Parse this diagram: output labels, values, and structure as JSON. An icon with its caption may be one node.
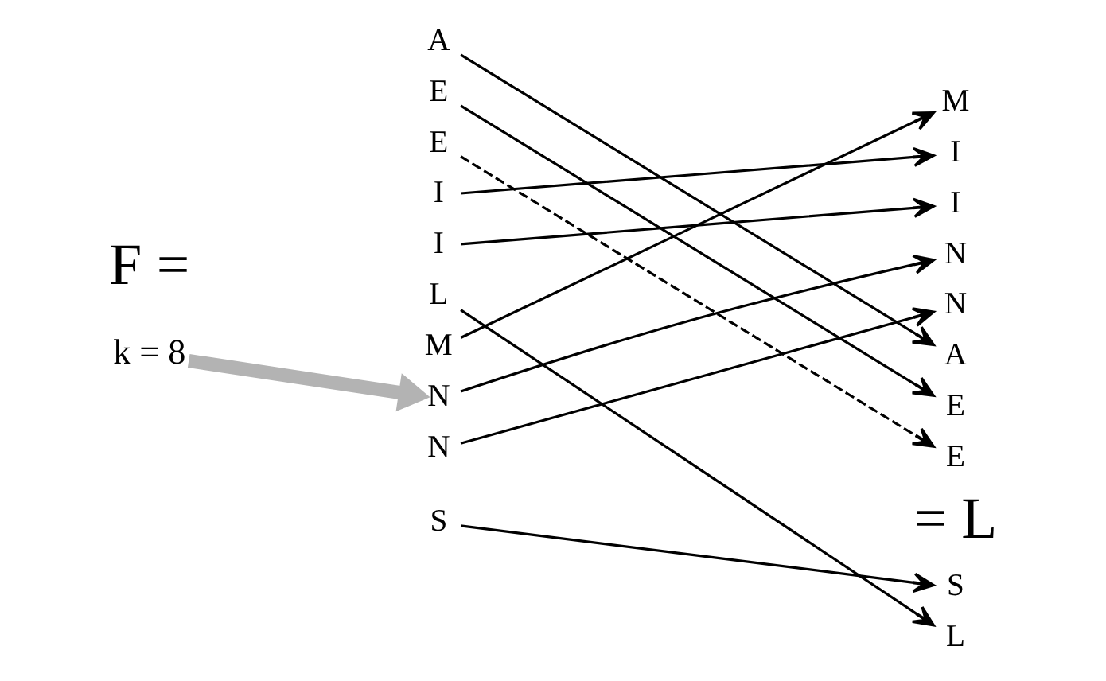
{
  "diagram": {
    "nodes": [
      {
        "text": [
          "A"
        ]
      },
      {
        "text": [
          "E"
        ]
      },
      {
        "text": [
          "E"
        ]
      },
      {
        "text": [
          "I"
        ]
      },
      {
        "text": [
          "I"
        ]
      },
      {
        "text": [
          "L"
        ]
      },
      {
        "text": [
          "M"
        ]
      },
      {
        "text": [
          "N"
        ]
      },
      {
        "text": [
          "N"
        ]
      },
      {
        "text": [
          "S"
        ]
      },
      {
        "text": [
          "M"
        ]
      },
      {
        "text": [
          "I"
        ]
      },
      {
        "text": [
          "I"
        ]
      },
      {
        "text": [
          "N"
        ]
      },
      {
        "text": [
          "N"
        ]
      },
      {
        "text": [
          "A"
        ]
      },
      {
        "text": [
          "E"
        ]
      },
      {
        "text": [
          "E"
        ]
      },
      {
        "text": [
          "S"
        ]
      },
      {
        "text": [
          "L"
        ]
      },
      {
        "text": [
          "k = 8"
        ]
      }
    ],
    "edges": [
      {
        "from": 0,
        "to": 15,
        "arrow": "to"
      },
      {
        "from": 1,
        "to": 16,
        "arrow": "to"
      },
      {
        "from": 2,
        "to": 17,
        "arrow": "to",
        "style": "dashed"
      },
      {
        "from": 3,
        "to": 11,
        "arrow": "to"
      },
      {
        "from": 4,
        "to": 12,
        "arrow": "to"
      },
      {
        "from": 5,
        "to": 19,
        "arrow": "to"
      },
      {
        "from": 6,
        "to": 10,
        "arrow": "to"
      },
      {
        "from": 7,
        "to": 13,
        "arrow": "to"
      },
      {
        "from": 8,
        "to": 14,
        "arrow": "to"
      },
      {
        "from": 9,
        "to": 18,
        "arrow": "to"
      },
      {
        "from": 20,
        "to": 7,
        "arrow": "to",
        "style": "thick",
        "color": "#b3b3b3"
      }
    ],
    "labels": [
      "F =",
      "= L"
    ]
  }
}
